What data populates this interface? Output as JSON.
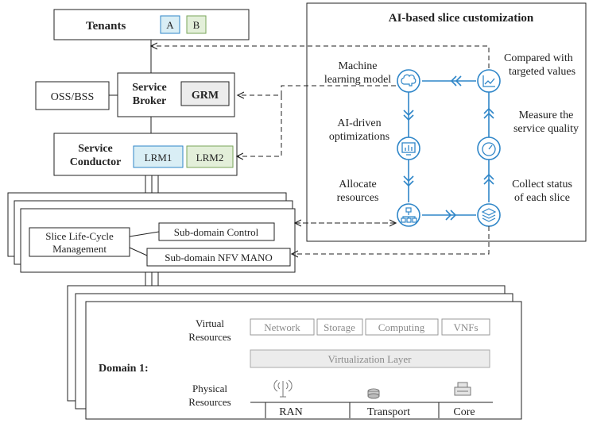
{
  "tenants": {
    "label": "Tenants",
    "a": "A",
    "b": "B"
  },
  "oss": "OSS/BSS",
  "broker": {
    "line1": "Service",
    "line2": "Broker",
    "grm": "GRM"
  },
  "conductor": {
    "line1": "Service",
    "line2": "Conductor",
    "lrm1": "LRM1",
    "lrm2": "LRM2"
  },
  "slice": {
    "lifecycle_line1": "Slice Life-Cycle",
    "lifecycle_line2": "Management",
    "control": "Sub-domain Control",
    "nfv": "Sub-domain NFV MANO"
  },
  "ai": {
    "title": "AI-based slice customization",
    "ml_line1": "Machine",
    "ml_line2": "learning model",
    "compared_line1": "Compared with",
    "compared_line2": "targeted values",
    "aid_line1": "AI-driven",
    "aid_line2": "optimizations",
    "measure_line1": "Measure the",
    "measure_line2": "service quality",
    "allocate_line1": "Allocate",
    "allocate_line2": "resources",
    "collect_line1": "Collect status",
    "collect_line2": "of each slice"
  },
  "domain": {
    "label": "Domain 1:",
    "virtual_line1": "Virtual",
    "virtual_line2": "Resources",
    "physical_line1": "Physical",
    "physical_line2": "Resources",
    "virtual_items": [
      "Network",
      "Storage",
      "Computing",
      "VNFs"
    ],
    "virtualization": "Virtualization Layer",
    "physical_items": [
      "RAN",
      "Transport",
      "Core"
    ]
  },
  "colors": {
    "accent_blue": "#2f86c8",
    "tenant_a_fill": "#d9eef5",
    "tenant_b_fill": "#e3efd9",
    "lrm1_fill": "#d9eef5",
    "lrm2_fill": "#e3efd9",
    "gray_box_fill": "#ececec"
  },
  "icons": [
    "brain-icon",
    "line-chart-icon",
    "dashboard-monitor-icon",
    "gauge-icon",
    "hierarchy-icon",
    "layers-icon",
    "antenna-icon",
    "router-icon",
    "server-rack-icon"
  ]
}
